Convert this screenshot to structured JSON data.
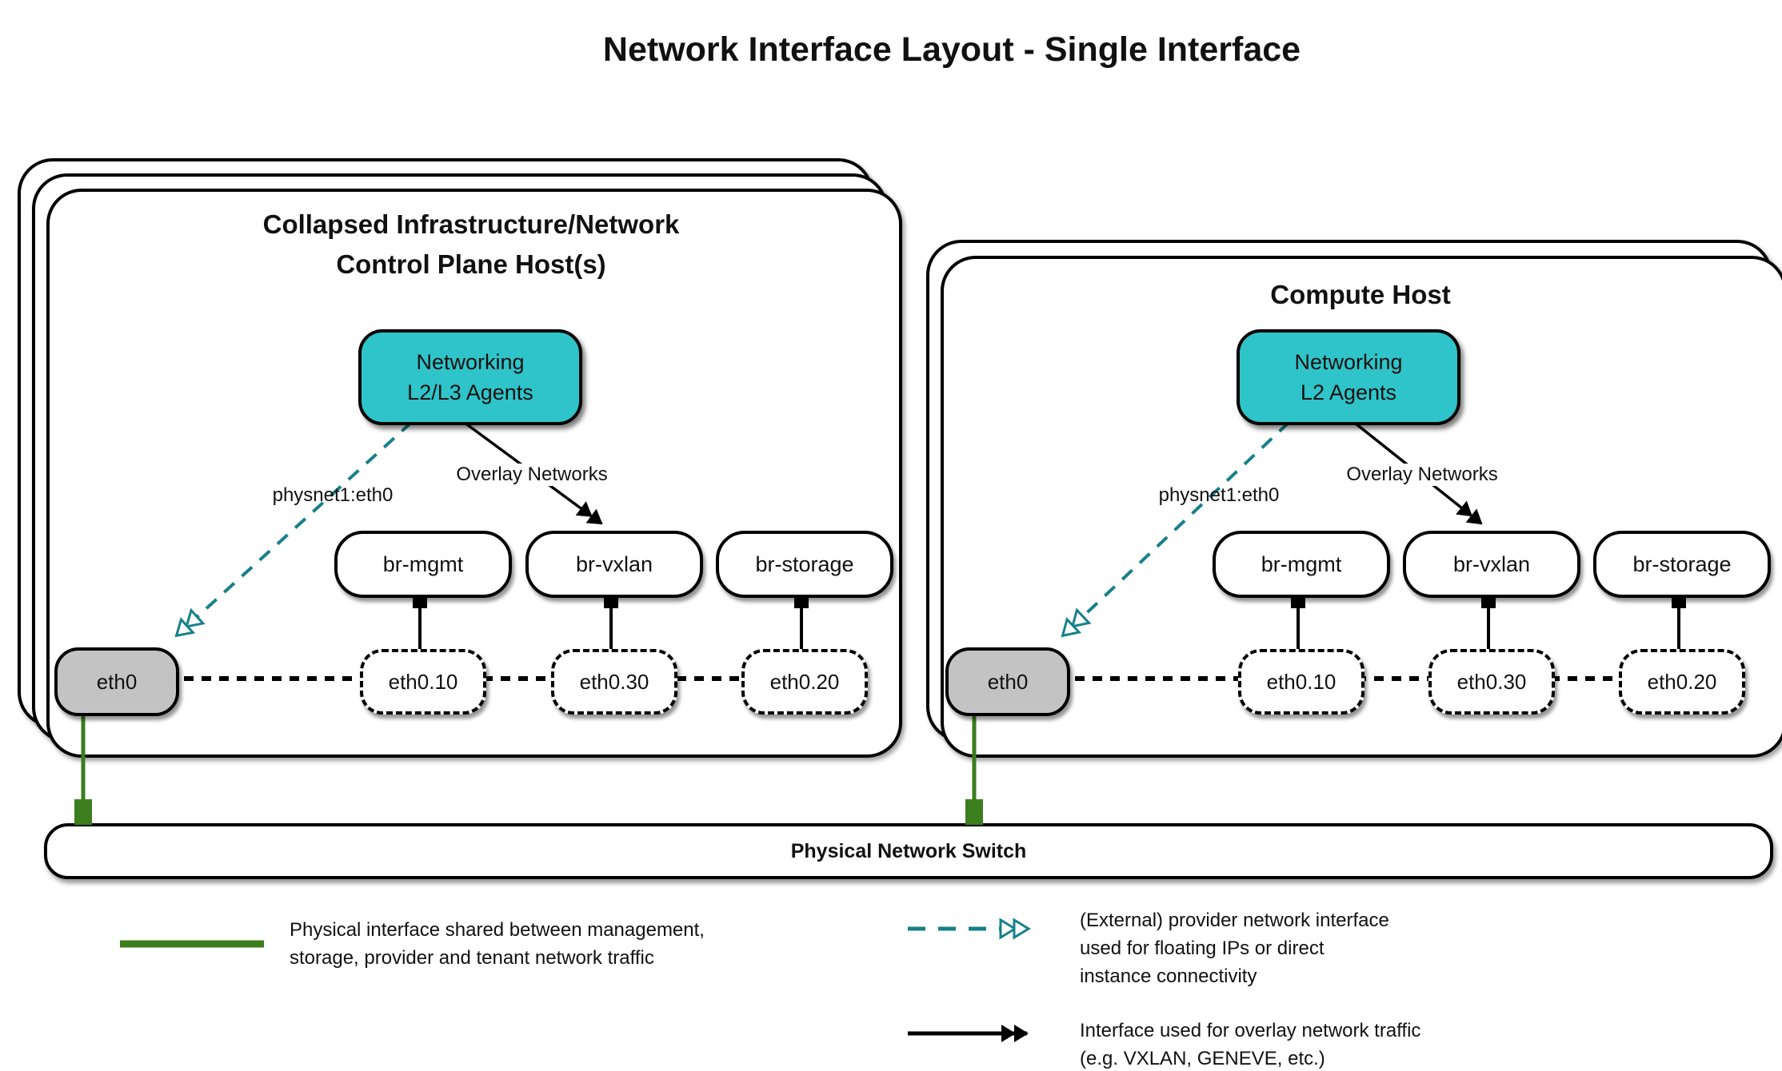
{
  "page": {
    "title": "Network Interface Layout - Single Interface"
  },
  "colors": {
    "agent_fill": "#2fc4c9",
    "provider_arrow_teal": "#17808a",
    "physical_link_green": "#3c7d1d",
    "overlay_arrow_black": "#000000",
    "physical_interface_gray": "#c3c3c3",
    "node_border": "#000000"
  },
  "hosts": [
    {
      "title_lines": [
        "Collapsed Infrastructure/Network",
        "Control Plane Host(s)"
      ],
      "stack_depth": 3,
      "agent_lines": [
        "Networking",
        "L2/L3 Agents"
      ],
      "provider_edge_label": "physnet1:eth0",
      "overlay_edge_label": "Overlay Networks",
      "bridges": [
        "br-mgmt",
        "br-vxlan",
        "br-storage"
      ],
      "physical_interface": "eth0",
      "vlan_interfaces": [
        "eth0.10",
        "eth0.30",
        "eth0.20"
      ]
    },
    {
      "title_lines": [
        "Compute Host"
      ],
      "stack_depth": 2,
      "agent_lines": [
        "Networking",
        "L2 Agents"
      ],
      "provider_edge_label": "physnet1:eth0",
      "overlay_edge_label": "Overlay Networks",
      "bridges": [
        "br-mgmt",
        "br-vxlan",
        "br-storage"
      ],
      "physical_interface": "eth0",
      "vlan_interfaces": [
        "eth0.10",
        "eth0.30",
        "eth0.20"
      ]
    }
  ],
  "switch_bar": {
    "label": "Physical Network Switch"
  },
  "legend": {
    "physical": {
      "symbol": "green-solid-line",
      "lines": [
        "Physical interface shared between management,",
        "storage, provider and tenant network traffic"
      ]
    },
    "provider": {
      "symbol": "teal-dashed-double-arrow",
      "lines": [
        "(External) provider network interface",
        "used for floating IPs or direct",
        "instance connectivity"
      ]
    },
    "overlay": {
      "symbol": "black-double-arrow",
      "lines": [
        "Interface used for overlay network traffic",
        "(e.g. VXLAN, GENEVE, etc.)"
      ]
    }
  }
}
